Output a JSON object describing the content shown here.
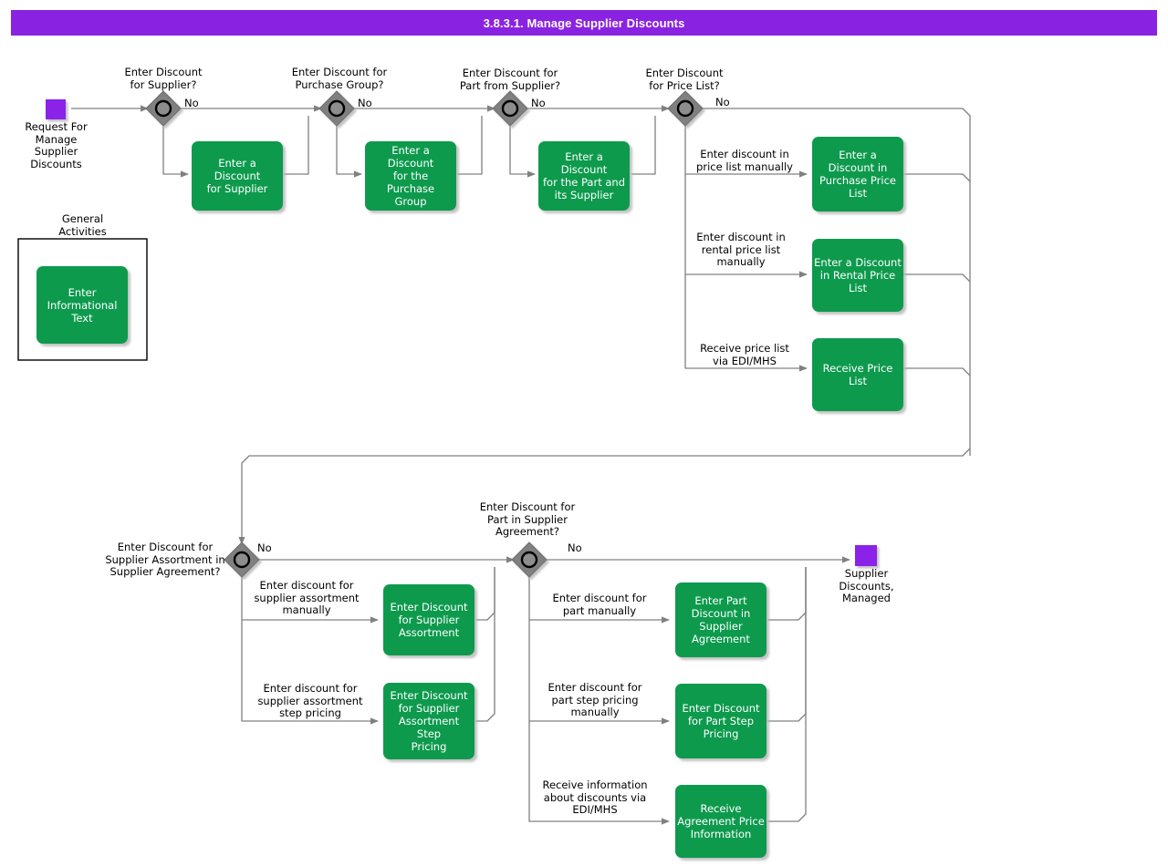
{
  "header": {
    "title": "3.8.3.1. Manage Supplier Discounts",
    "bar_color": "#8A22E2",
    "text_color": "#ffffff"
  },
  "theme": {
    "activity_fill": "#0A9A4E",
    "activity_text": "#ffffff",
    "gateway_fill": "#808080",
    "gateway_stroke": "#1a1a1a",
    "event_fill": "#8B21E8",
    "connector_stroke": "#808080",
    "group_stroke": "#000000",
    "canvas_bg": "#ffffff"
  },
  "start_event": {
    "name": "start-event",
    "label": "Request For\nManage\nSupplier\nDiscounts"
  },
  "end_event": {
    "name": "end-event",
    "label": "Supplier\nDiscounts,\nManaged"
  },
  "group": {
    "title": "General\nActivities",
    "activities": [
      {
        "id": "enter-informational-text",
        "label": "Enter\nInformational\nText"
      }
    ]
  },
  "gateways": [
    {
      "id": "gw-supplier",
      "label": "Enter Discount\nfor Supplier?",
      "no_label": "No"
    },
    {
      "id": "gw-purchase-group",
      "label": "Enter Discount for\nPurchase Group?",
      "no_label": "No"
    },
    {
      "id": "gw-part-from-supplier",
      "label": "Enter Discount for\nPart from Supplier?",
      "no_label": "No"
    },
    {
      "id": "gw-price-list",
      "label": "Enter Discount\nfor Price List?",
      "no_label": "No"
    },
    {
      "id": "gw-supplier-assortment",
      "label": "Enter Discount for\nSupplier Assortment in\nSupplier Agreement?",
      "no_label": "No"
    },
    {
      "id": "gw-part-in-agreement",
      "label": "Enter Discount for\nPart in Supplier\nAgreement?",
      "no_label": "No"
    }
  ],
  "activities": [
    {
      "id": "enter-discount-supplier",
      "label": "Enter a Discount\nfor Supplier"
    },
    {
      "id": "enter-discount-purchase-group",
      "label": "Enter a Discount\nfor the Purchase\nGroup"
    },
    {
      "id": "enter-discount-part-supplier",
      "label": "Enter a Discount\nfor the Part and\nits Supplier"
    },
    {
      "id": "enter-discount-purchase-price-list",
      "label": "Enter a\nDiscount in\nPurchase Price\nList"
    },
    {
      "id": "enter-discount-rental-price-list",
      "label": "Enter a Discount\nin Rental Price\nList"
    },
    {
      "id": "receive-price-list",
      "label": "Receive Price\nList"
    },
    {
      "id": "enter-discount-supplier-assortment",
      "label": "Enter Discount\nfor Supplier\nAssortment"
    },
    {
      "id": "enter-discount-supplier-assortment-step-pricing",
      "label": "Enter Discount\nfor Supplier\nAssortment Step\nPricing"
    },
    {
      "id": "enter-part-discount-supplier-agreement",
      "label": "Enter Part\nDiscount in\nSupplier\nAgreement"
    },
    {
      "id": "enter-discount-part-step-pricing",
      "label": "Enter Discount\nfor Part Step\nPricing"
    },
    {
      "id": "receive-agreement-price-information",
      "label": "Receive\nAgreement Price\nInformation"
    }
  ],
  "edge_labels": [
    {
      "id": "edge-price-list-manual",
      "label": "Enter discount in\nprice list manually"
    },
    {
      "id": "edge-rental-price-list-manual",
      "label": "Enter discount in\nrental price list\nmanually"
    },
    {
      "id": "edge-receive-price-list-edi",
      "label": "Receive price list\nvia EDI/MHS"
    },
    {
      "id": "edge-supplier-assortment-manual",
      "label": "Enter discount for\nsupplier assortment\nmanually"
    },
    {
      "id": "edge-supplier-assortment-step",
      "label": "Enter discount for\nsupplier assortment\nstep pricing"
    },
    {
      "id": "edge-part-manual",
      "label": "Enter discount for\npart manually"
    },
    {
      "id": "edge-part-step-pricing-manual",
      "label": "Enter discount for\npart step pricing\nmanually"
    },
    {
      "id": "edge-receive-discounts-edi",
      "label": "Receive information\nabout discounts via\nEDI/MHS"
    }
  ]
}
